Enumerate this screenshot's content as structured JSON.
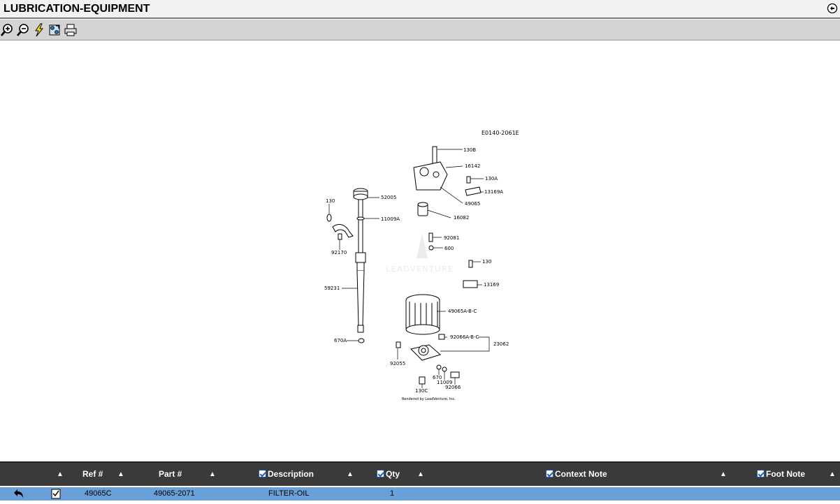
{
  "window": {
    "title": "LUBRICATION-EQUIPMENT"
  },
  "toolbar": {
    "tools": [
      "zoom-in-icon",
      "zoom-out-icon",
      "lightning-icon",
      "hotspot-icon",
      "print-icon"
    ]
  },
  "diagram": {
    "code": "E0140-2061E",
    "watermark": "LEADVENTURE",
    "credit": "Rendered by LeadVenture, Inc.",
    "callouts": {
      "c130B": "130B",
      "c16142": "16142",
      "c130A": "130A",
      "c13169A": "13169A",
      "c49065": "49065",
      "c16082": "16082",
      "c92081": "92081",
      "c600": "600",
      "c52005": "52005",
      "c11009A": "11009A",
      "c130a": "130",
      "c92170": "92170",
      "c59231": "59231",
      "c130b": "130",
      "c13169": "13169",
      "c49065ABC": "49065A-B-C",
      "c92066ABC": "92066A-B-C",
      "c23062": "23062",
      "c670A": "670A",
      "c92055": "92055",
      "c670": "670",
      "c11009": "11009",
      "c92066": "92066",
      "c130C": "130C"
    }
  },
  "grid": {
    "columns": {
      "ref": "Ref #",
      "part": "Part #",
      "description": "Description",
      "qty": "Qty",
      "context": "Context Note",
      "foot": "Foot Note"
    },
    "rows": [
      {
        "ref": "49065C",
        "part": "49065-2071",
        "description": "FILTER-OIL",
        "qty": "1"
      }
    ]
  }
}
